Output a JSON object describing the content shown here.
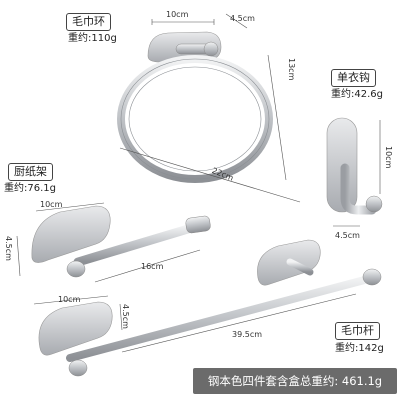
{
  "products": {
    "towel_ring": {
      "name": "毛巾环",
      "weight": "重约:110g",
      "dims": {
        "base_width": "10cm",
        "depth": "4.5cm",
        "height": "13cm",
        "width": "22cm"
      }
    },
    "coat_hook": {
      "name": "单衣钩",
      "weight": "重约:42.6g",
      "dims": {
        "height": "10cm",
        "depth": "4.5cm"
      }
    },
    "paper_holder": {
      "name": "厨纸架",
      "weight": "重约:76.1g",
      "dims": {
        "base_width": "10cm",
        "depth": "4.5cm",
        "length": "16cm"
      }
    },
    "towel_bar": {
      "name": "毛巾杆",
      "weight": "重约:142g",
      "dims": {
        "base_width": "10cm",
        "depth": "4.5cm",
        "length": "39.5cm"
      }
    }
  },
  "footer": {
    "total_text": "钢本色四件套含盒总重约: 461.1g"
  },
  "colors": {
    "steel": "#b9bcc0",
    "steel_dark": "#8a8e93",
    "footer_bg": "#6b6b6b"
  }
}
